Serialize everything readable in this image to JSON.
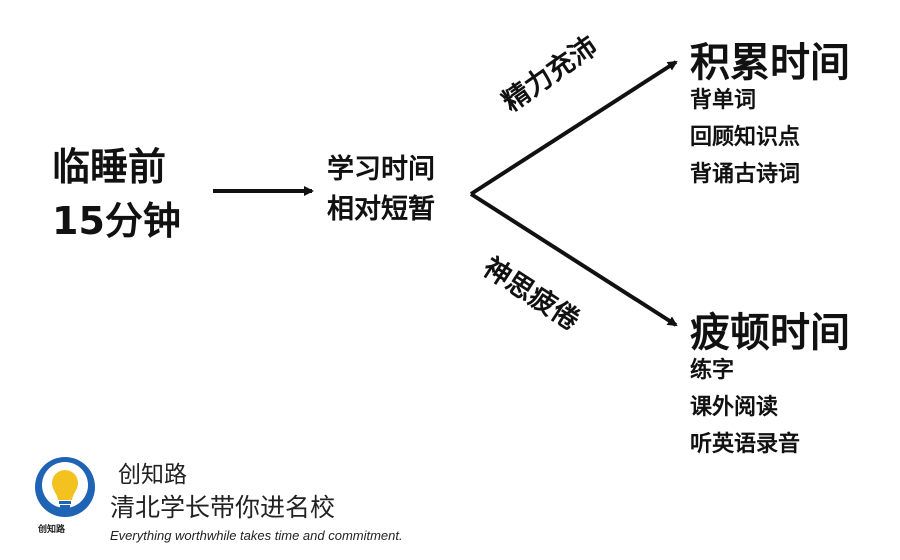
{
  "start": {
    "line1": "临睡前",
    "line2": "15分钟"
  },
  "middle": {
    "line1": "学习时间",
    "line2": "相对短暂"
  },
  "branches": {
    "upper": {
      "label": "精力充沛",
      "title": "积累时间",
      "items": [
        "背单词",
        "回顾知识点",
        "背诵古诗词"
      ]
    },
    "lower": {
      "label": "神思疲倦",
      "title": "疲顿时间",
      "items": [
        "练字",
        "课外阅读",
        "听英语录音"
      ]
    }
  },
  "footer": {
    "logo_text": "创知路",
    "brand": "创知路",
    "slogan_cn": "清北学长带你进名校",
    "slogan_en": "Everything worthwhile takes time and commitment."
  },
  "colors": {
    "text": "#111111",
    "logo_blue": "#1f63b5",
    "logo_yellow": "#f4c21e"
  },
  "icons": [
    "lightbulb-logo-icon"
  ]
}
